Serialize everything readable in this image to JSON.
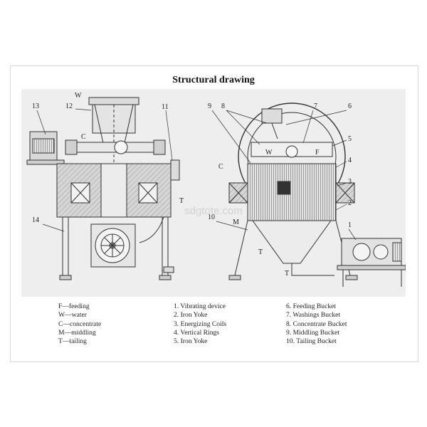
{
  "title": "Structural drawing",
  "watermark": "sdgtote.com",
  "colors": {
    "line": "#333333",
    "hatch_fill": "#cfcfcf",
    "background": "#ffffff",
    "panel": "#eeeeee"
  },
  "diagram": {
    "left_callouts": [
      "13",
      "12",
      "W",
      "11",
      "C",
      "T",
      "14"
    ],
    "right_callouts": [
      "9",
      "8",
      "7",
      "6",
      "5",
      "4",
      "3",
      "2",
      "1",
      "C",
      "W",
      "F",
      "10",
      "M",
      "T",
      "T"
    ]
  },
  "legend": {
    "col1": [
      "F—feeding",
      "W—water",
      "C—concentrate",
      "M—middling",
      "T—tailing"
    ],
    "col2": [
      "1. Vibrating device",
      "2. Iron Yoke",
      "3. Energizing Coils",
      "4. Vertical Rings",
      "5. Iron Yoke"
    ],
    "col3": [
      "6. Feeding Bucket",
      "7. Washings Bucket",
      "8. Concentrate Bucket",
      "9. Middling Bucket",
      "10. Tailing Bucket"
    ]
  }
}
